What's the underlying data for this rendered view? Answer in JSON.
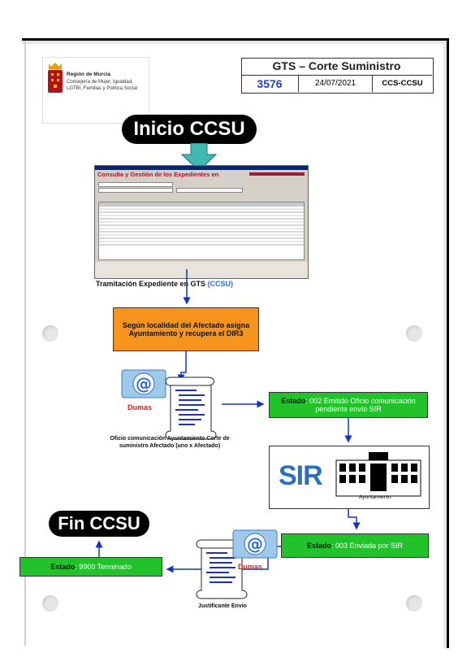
{
  "header": {
    "logo_title": "Región de Murcia",
    "logo_subtitle": "Consejería de Mujer, Igualdad, LGTBI, Familias y Política Social",
    "gts_title": "GTS – Corte Suministro",
    "gts_number": "3576",
    "gts_date": "24/07/2021",
    "gts_code": "CCS-CCSU"
  },
  "start_label": "Inicio CCSU",
  "end_label": "Fin CCSU",
  "screenshot": {
    "caption_main": "Tramitación Expediente en GTS",
    "caption_paren": "(CCSU)",
    "window_title": "Consulta y Gestión de los Expedientes en"
  },
  "step_orange": "Según localidad del Afectado asigna Ayuntamiento y recupera el DIR3",
  "document1": {
    "dumas_label": "Dumas",
    "caption": "Oficio comunicación Ayuntamiento Corte de suministro Afectado (uno x Afectado)"
  },
  "status1": {
    "label": "Estado",
    "text": ": 002 Emitido Oficio comunicación pendiente envío SIR"
  },
  "sir": {
    "logo_text": "SIR",
    "building_label": "Ayuntamiento"
  },
  "status2": {
    "label": "Estado",
    "text": ": 003 Enviada por SIR"
  },
  "document2": {
    "dumas_label": "Dumas",
    "caption": "Justificante Envío"
  },
  "status3": {
    "label": "Estado",
    "text": ": 9900 Terminado"
  },
  "colors": {
    "accent_blue": "#1a3fd0",
    "status_green": "#22c32a",
    "step_orange": "#f7941d",
    "arrow_blue": "#1133cc"
  },
  "icons": [
    "region-murcia-crest-icon",
    "email-at-icon",
    "government-building-icon"
  ]
}
